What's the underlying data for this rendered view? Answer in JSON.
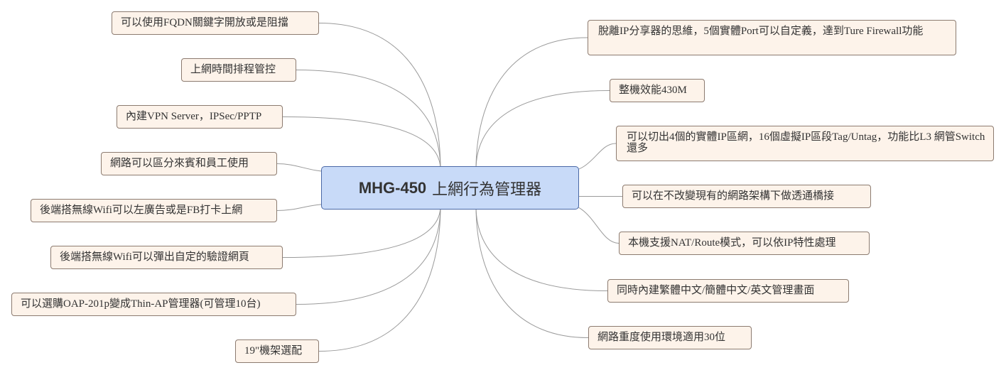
{
  "center": {
    "model": "MHG-450",
    "title": "上網行為管理器"
  },
  "left_nodes": [
    "可以使用FQDN關鍵字開放或是阻擋",
    "上網時間排程管控",
    "內建VPN Server，IPSec/PPTP",
    "網路可以區分來賓和員工使用",
    "後端搭無線Wifi可以左廣告或是FB打卡上網",
    "後端搭無線Wifi可以彈出自定的驗證網頁",
    "可以選購OAP-201p變成Thin-AP管理器(可管理10台)",
    "19\"機架選配"
  ],
  "right_nodes": [
    "脫離IP分享器的思維，5個實體Port可以自定義，達到Ture Firewall功能",
    "整機效能430M",
    "可以切出4個的實體IP區網，16個虛擬IP區段Tag/Untag，功能比L3 網管Switch還多",
    "可以在不改變現有的網路架構下做透通橋接",
    "本機支援NAT/Route模式，可以依IP特性處理",
    "同時內建繁體中文/簡體中文/英文管理畫面",
    "網路重度使用環境適用30位"
  ],
  "colors": {
    "node_bg": "#fdf3ea",
    "node_border": "#8c7b70",
    "center_bg": "#c8daf8",
    "center_border": "#4a68a6",
    "link": "#9a9a9a"
  }
}
